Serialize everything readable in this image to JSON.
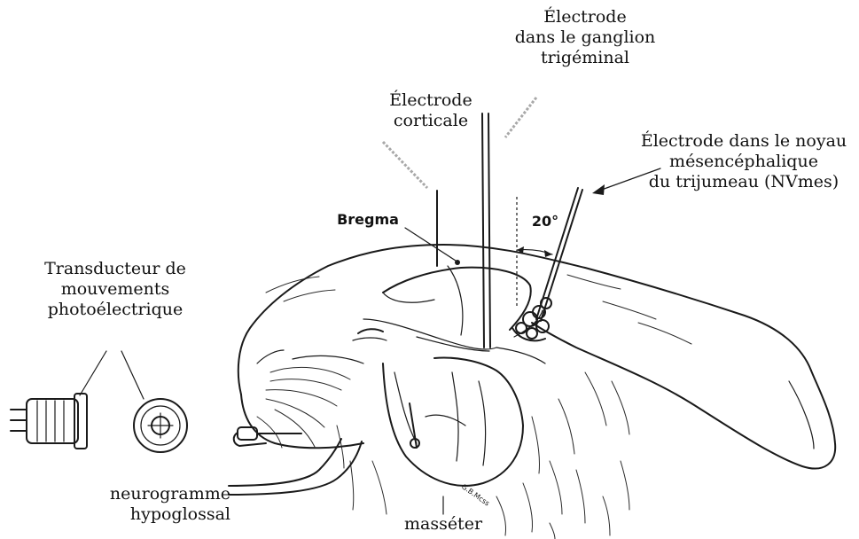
{
  "labels": {
    "trigeminal_electrode": [
      "Électrode",
      "dans le ganglion",
      "trigéminal"
    ],
    "cortical_electrode": [
      "Électrode",
      "corticale"
    ],
    "nvmes_electrode": [
      "Électrode dans le noyau",
      "mésencéphalique",
      "du trijumeau (NVmes)"
    ],
    "angle": "20°",
    "bregma": "Bregma",
    "transducer": [
      "Transducteur de",
      "mouvements",
      "photoélectrique"
    ],
    "neurogram": [
      "neurogramme",
      "hypoglossal"
    ],
    "masseter": "masséter",
    "artist_signature": "G.B.Mcss"
  },
  "colors": {
    "ink": "#1a1a1a",
    "leader_gray": "#a8a8a8",
    "background": "#ffffff"
  }
}
